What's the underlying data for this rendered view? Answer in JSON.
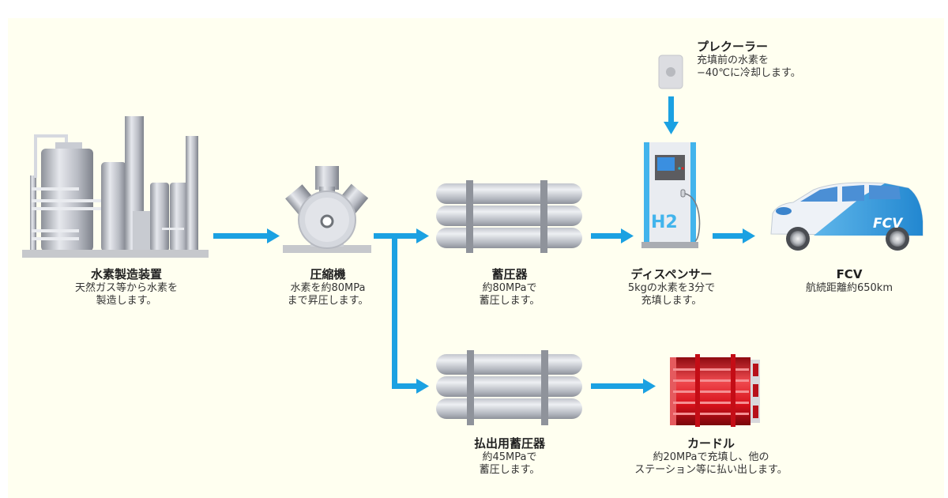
{
  "colors": {
    "arrow": "#1ba1e2",
    "background": "#fffff0",
    "metal_light": "#e3e5ea",
    "metal_dark": "#8e929b",
    "curdle_red": "#d7111b",
    "fcv_blue": "#2e9de0"
  },
  "nodes": {
    "production": {
      "title": "水素製造装置",
      "lines": [
        "天然ガス等から水素を",
        "製造します。"
      ],
      "icon": "hydrogen-plant-icon"
    },
    "compressor": {
      "title": "圧縮機",
      "lines": [
        "水素を約80MPa",
        "まで昇圧します。"
      ],
      "icon": "compressor-icon"
    },
    "accumulator": {
      "title": "蓄圧器",
      "lines": [
        "約80MPaで",
        "蓄圧します。"
      ],
      "icon": "pressure-tank-icon"
    },
    "precooler": {
      "title": "プレクーラー",
      "lines": [
        "充填前の水素を",
        "−40℃に冷却します。"
      ],
      "icon": "precooler-icon"
    },
    "dispenser": {
      "title": "ディスペンサー",
      "lines": [
        "5kgの水素を3分で",
        "充填します。"
      ],
      "icon": "dispenser-icon",
      "label": "H2"
    },
    "fcv": {
      "title": "FCV",
      "lines": [
        "航続距離約650km"
      ],
      "icon": "car-icon",
      "label": "FCV"
    },
    "discharge_accumulator": {
      "title": "払出用蓄圧器",
      "lines": [
        "約45MPaで",
        "蓄圧します。"
      ],
      "icon": "pressure-tank-icon"
    },
    "curdle": {
      "title": "カードル",
      "lines": [
        "約20MPaで充填し、他の",
        "ステーション等に払い出します。"
      ],
      "icon": "cylinder-bundle-icon"
    }
  },
  "edges": [
    {
      "from": "production",
      "to": "compressor"
    },
    {
      "from": "compressor",
      "to": "accumulator"
    },
    {
      "from": "compressor",
      "to": "discharge_accumulator"
    },
    {
      "from": "accumulator",
      "to": "dispenser"
    },
    {
      "from": "precooler",
      "to": "dispenser"
    },
    {
      "from": "dispenser",
      "to": "fcv"
    },
    {
      "from": "discharge_accumulator",
      "to": "curdle"
    }
  ]
}
